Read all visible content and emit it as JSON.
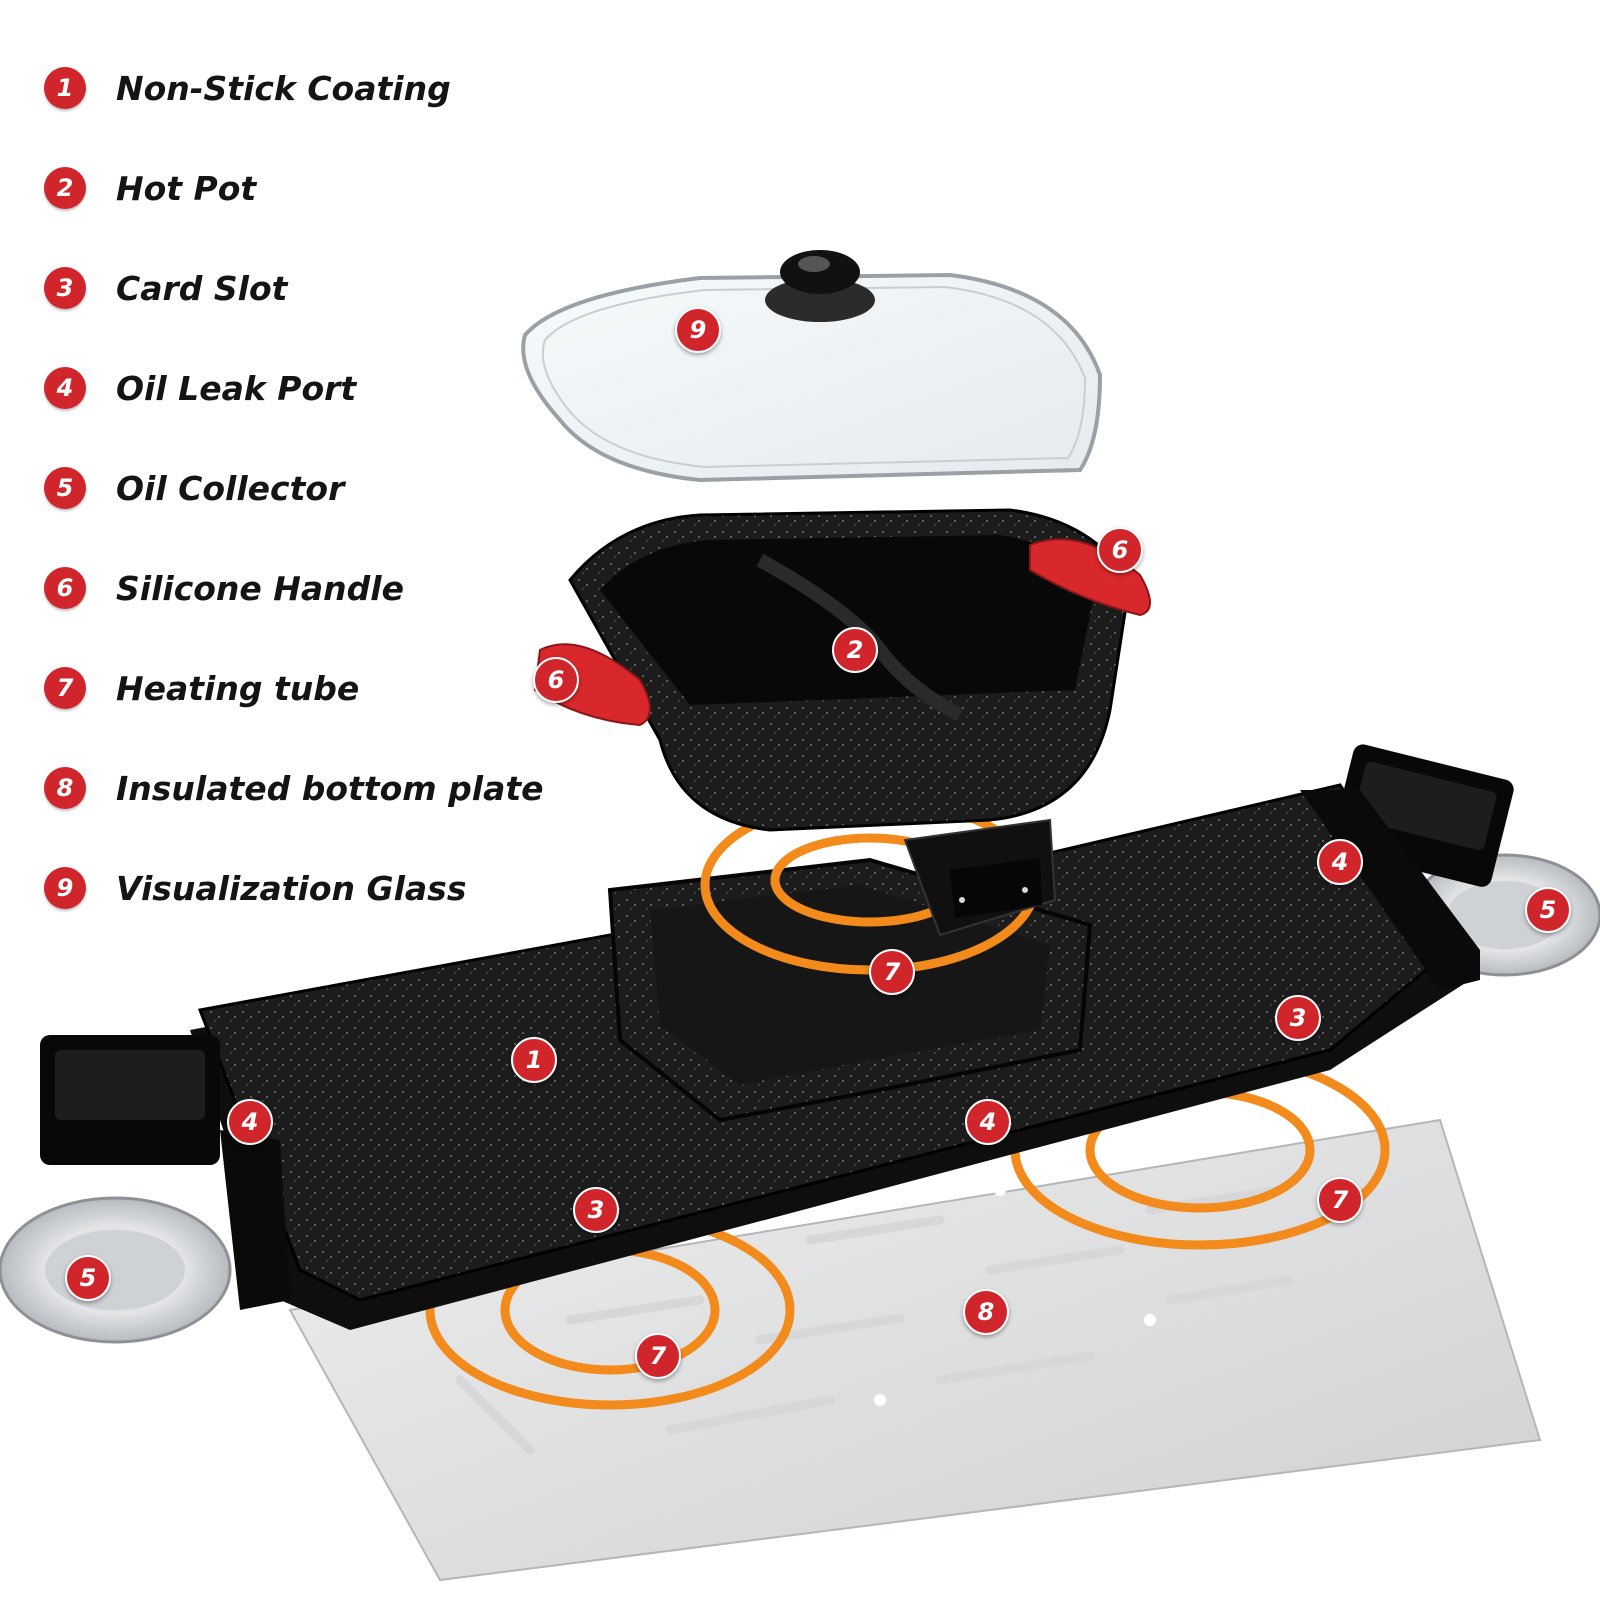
{
  "legend": {
    "items": [
      {
        "number": "1",
        "label": "Non-Stick Coating"
      },
      {
        "number": "2",
        "label": "Hot Pot"
      },
      {
        "number": "3",
        "label": "Card Slot"
      },
      {
        "number": "4",
        "label": "Oil Leak Port"
      },
      {
        "number": "5",
        "label": "Oil Collector"
      },
      {
        "number": "6",
        "label": "Silicone Handle"
      },
      {
        "number": "7",
        "label": "Heating tube"
      },
      {
        "number": "8",
        "label": "Insulated bottom plate"
      },
      {
        "number": "9",
        "label": "Visualization Glass"
      }
    ]
  },
  "callouts": {
    "glass_lid": "9",
    "hot_pot": "2",
    "handle_right": "6",
    "handle_left": "6",
    "heating_tube_top": "7",
    "oil_port_right": "4",
    "oil_collector_right": "5",
    "card_slot_right": "3",
    "nonstick": "1",
    "oil_port_left": "4",
    "oil_port_center": "4",
    "card_slot_left": "3",
    "heating_tube_right": "7",
    "oil_collector_left": "5",
    "heating_tube_left": "7",
    "bottom_plate": "8"
  },
  "colors": {
    "badge": "#d0262b",
    "heating_tube": "#f28a1c",
    "grill_body": "#1c1c1c",
    "silicone": "#d8282c",
    "steel": "#c9ccd0"
  }
}
